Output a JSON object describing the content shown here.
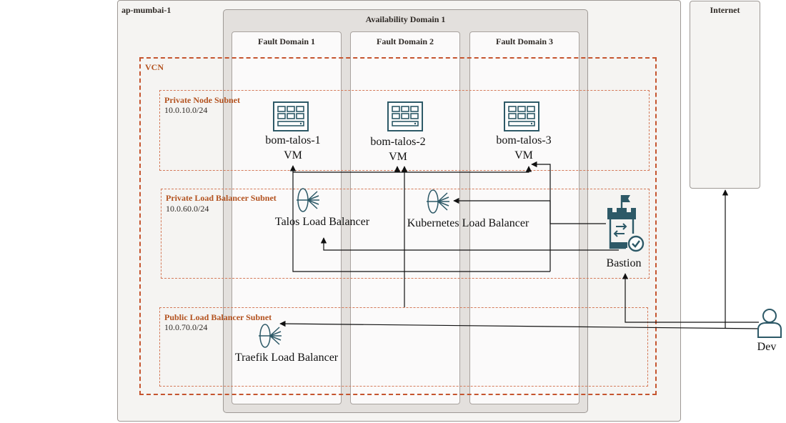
{
  "region": {
    "label": "ap-mumbai-1"
  },
  "internet": {
    "label": "Internet"
  },
  "availability_domain": {
    "label": "Availability Domain 1"
  },
  "fault_domains": [
    {
      "label": "Fault Domain 1"
    },
    {
      "label": "Fault Domain 2"
    },
    {
      "label": "Fault Domain 3"
    }
  ],
  "vcn": {
    "label": "VCN"
  },
  "subnets": {
    "private_node": {
      "name": "Private Node Subnet",
      "cidr": "10.0.10.0/24"
    },
    "private_lb": {
      "name": "Private Load Balancer Subnet",
      "cidr": "10.0.60.0/24"
    },
    "public_lb": {
      "name": "Public Load Balancer Subnet",
      "cidr": "10.0.70.0/24"
    }
  },
  "vms": [
    {
      "name": "bom-talos-1",
      "type": "VM",
      "icon": "vm-icon"
    },
    {
      "name": "bom-talos-2",
      "type": "VM",
      "icon": "vm-icon"
    },
    {
      "name": "bom-talos-3",
      "type": "VM",
      "icon": "vm-icon"
    }
  ],
  "load_balancers": {
    "talos": {
      "label": "Talos Load Balancer",
      "icon": "load-balancer-icon"
    },
    "kubernetes": {
      "label": "Kubernetes Load Balancer",
      "icon": "load-balancer-icon"
    },
    "traefik": {
      "label": "Traefik Load Balancer",
      "icon": "load-balancer-icon"
    }
  },
  "bastion": {
    "label": "Bastion",
    "icon": "bastion-icon"
  },
  "dev": {
    "label": "Dev",
    "icon": "user-icon"
  },
  "colors": {
    "accent": "#c5552f",
    "icon": "#2d5967",
    "line": "#111111"
  }
}
